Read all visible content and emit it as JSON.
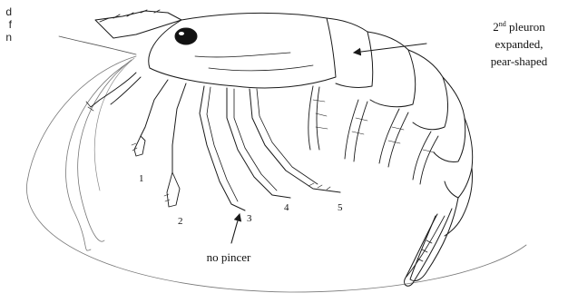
{
  "left_text_fragments": [
    "d",
    "f",
    "n"
  ],
  "annotation": {
    "pleuron_line1_base": "2",
    "pleuron_line1_sup": "nd",
    "pleuron_line1_rest": " pleuron",
    "pleuron_line2": "expanded,",
    "pleuron_line3": "pear-shaped",
    "no_pincer": "no pincer"
  },
  "leg_numbers": [
    "1",
    "2",
    "3",
    "4",
    "5"
  ],
  "colors": {
    "ink": "#1a1a1a",
    "background": "#ffffff"
  }
}
